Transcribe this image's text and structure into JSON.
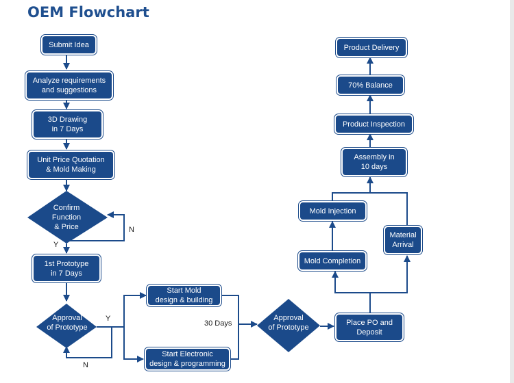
{
  "title": "OEM Flowchart",
  "colors": {
    "box": "#1b4a8a",
    "line": "#1b4a8a",
    "title": "#1f4f8f"
  },
  "nodes": {
    "submit_idea": "Submit Idea",
    "analyze": "Analyze requirements\nand suggestions",
    "drawing_3d": "3D Drawing\nin 7 Days",
    "quotation": "Unit Price Quotation\n& Mold Making",
    "confirm": "Confirm\nFunction\n& Price",
    "prototype": "1st Prototype\nin 7 Days",
    "approval_1": "Approval\nof Prototype",
    "start_mold": "Start Mold\ndesign & building",
    "start_electronic": "Start Electronic\ndesign & programming",
    "approval_2": "Approval\nof Prototype",
    "place_po": "Place PO and\nDeposit",
    "mold_completion": "Mold Completion",
    "material_arrival": "Material\nArrival",
    "mold_injection": "Mold Injection",
    "assembly": "Assembly in\n10 days",
    "inspection": "Product Inspection",
    "balance": "70% Balance",
    "delivery": "Product Delivery"
  },
  "labels": {
    "confirm_no": "N",
    "confirm_yes": "Y",
    "approval_yes": "Y",
    "approval_no": "N",
    "days_30": "30 Days"
  }
}
